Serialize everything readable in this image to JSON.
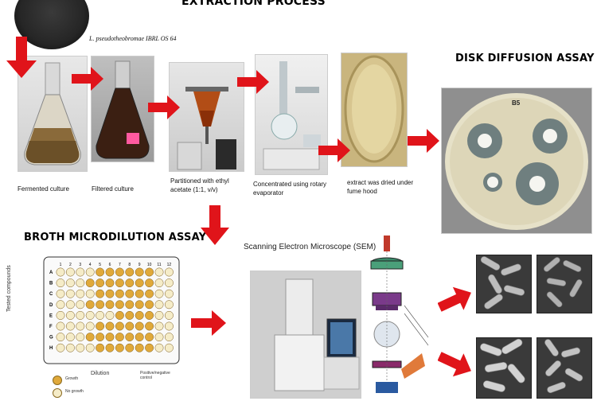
{
  "titles": {
    "extraction": "EXTRACTION PROCESS",
    "disk": "DISK DIFFUSION ASSAY",
    "broth": "BROTH MICRODILUTION ASSAY",
    "sem": "Scanning Electron Microscope (SEM)"
  },
  "strain_label": "L. pseudotheobromae IBRL OS 64",
  "captions": {
    "fermented": "Fermented culture",
    "filtered": "Filtered culture",
    "partitioned": "Partitioned with ethyl acetate (1:1, v/v)",
    "concentrated": "Concentrated using rotary evaporator",
    "dried": "extract was dried under fume hood"
  },
  "disk_label": "B5",
  "plate": {
    "columns": [
      "1",
      "2",
      "3",
      "4",
      "5",
      "6",
      "7",
      "8",
      "9",
      "10",
      "11",
      "12"
    ],
    "rows": [
      "A",
      "B",
      "C",
      "D",
      "E",
      "F",
      "G",
      "H"
    ],
    "side_label": "Tested compounds",
    "bottom_label": "Dilution",
    "legend_growth": "Growth",
    "legend_no_growth": "No growth",
    "control_labels": "Positive/negative control"
  },
  "colors": {
    "arrow": "#e0141a",
    "well_growth": "#e0a93a",
    "well_empty": "#f5ecc8"
  }
}
